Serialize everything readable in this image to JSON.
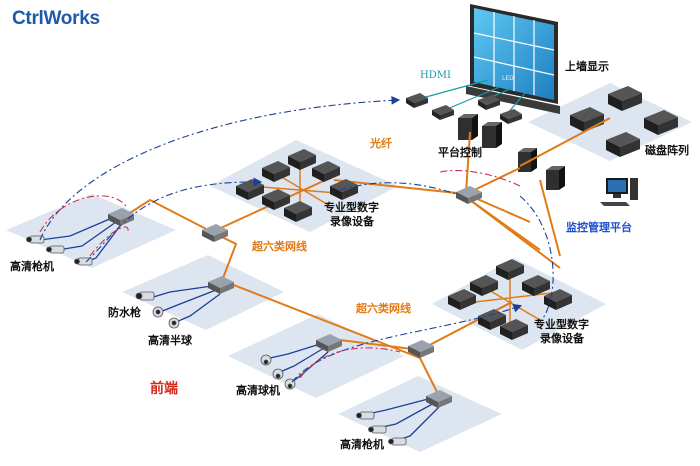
{
  "logo": {
    "text": "CtrlWorks"
  },
  "labels": {
    "video_wall": "上墙显示",
    "hdmi": "HDMI",
    "led": "LED",
    "fiber": "光纤",
    "platform_control": "平台控制",
    "disk_array": "磁盘阵列",
    "nvr_top_line1": "专业型数字",
    "nvr_top_line2": "录像设备",
    "monitor_platform": "监控管理平台",
    "cat6_top": "超六类网线",
    "hd_bullet_top": "高清枪机",
    "waterproof_bullet": "防水枪",
    "hd_dome_half": "高清半球",
    "cat6_bottom": "超六类网线",
    "nvr_bottom_line1": "专业型数字",
    "nvr_bottom_line2": "录像设备",
    "front_end": "前端",
    "hd_speed_dome": "高清球机",
    "hd_bullet_bottom": "高清枪机"
  },
  "colors": {
    "brand": "#1d5aa8",
    "fiber": "#e07b17",
    "panel": "#dde6f0",
    "hdmi": "#1a9aa8",
    "camera_link": "#1c3f9a",
    "monitor_label": "#1f4fcf",
    "front_end_label": "#d42a1c"
  }
}
